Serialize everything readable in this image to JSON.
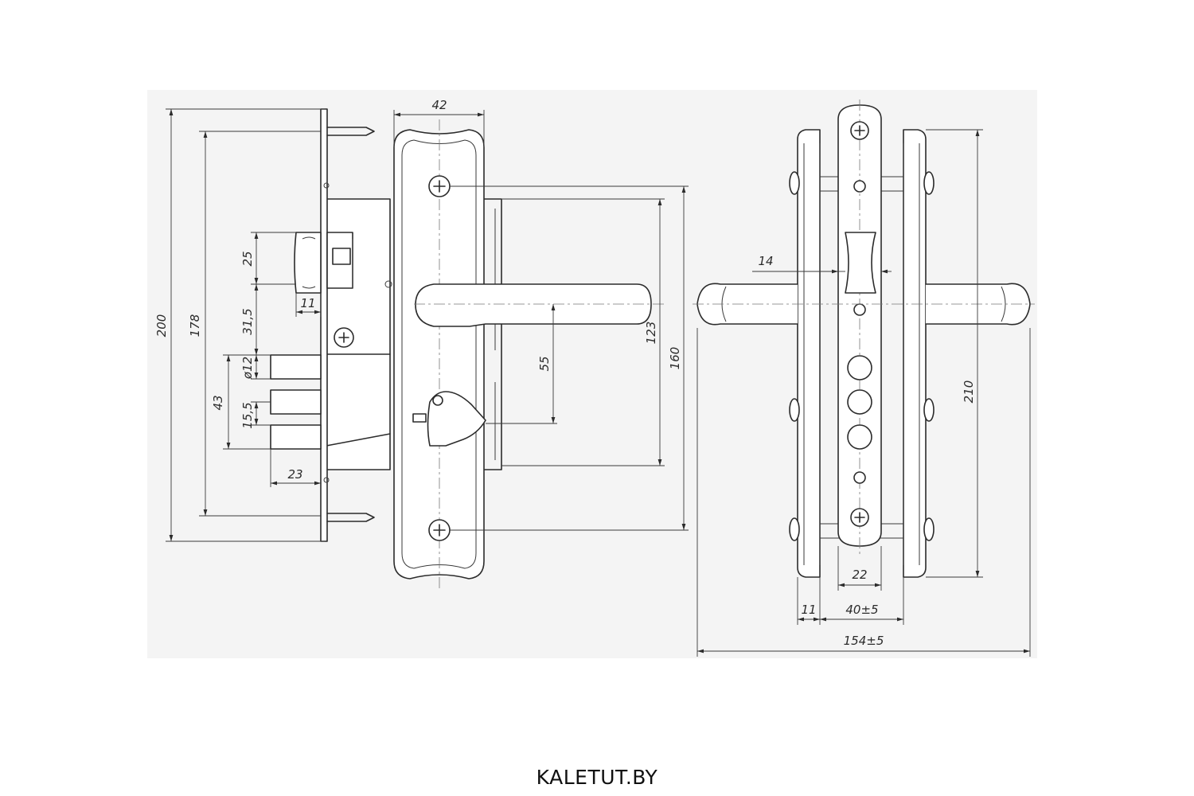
{
  "footer": {
    "site": "KALETUT.BY"
  },
  "front_view": {
    "dimensions": {
      "overall_height": "200",
      "strike_height": "178",
      "plate_width": "42",
      "handle_axis": "123",
      "plate_screws": "160",
      "latch_height": "25",
      "latch_depth": "11",
      "latch_to_handle": "31,5",
      "bolt_diameter": "ø12",
      "bolt_spacing": "15,5",
      "bolt_span": "43",
      "bolt_throw": "23",
      "handle_to_key": "55"
    }
  },
  "side_view": {
    "dimensions": {
      "faceplate_height": "210",
      "backset": "14",
      "cylinder_width": "22",
      "plate_offset": "11",
      "door_thickness": "40±5",
      "overall_width": "154±5"
    }
  }
}
